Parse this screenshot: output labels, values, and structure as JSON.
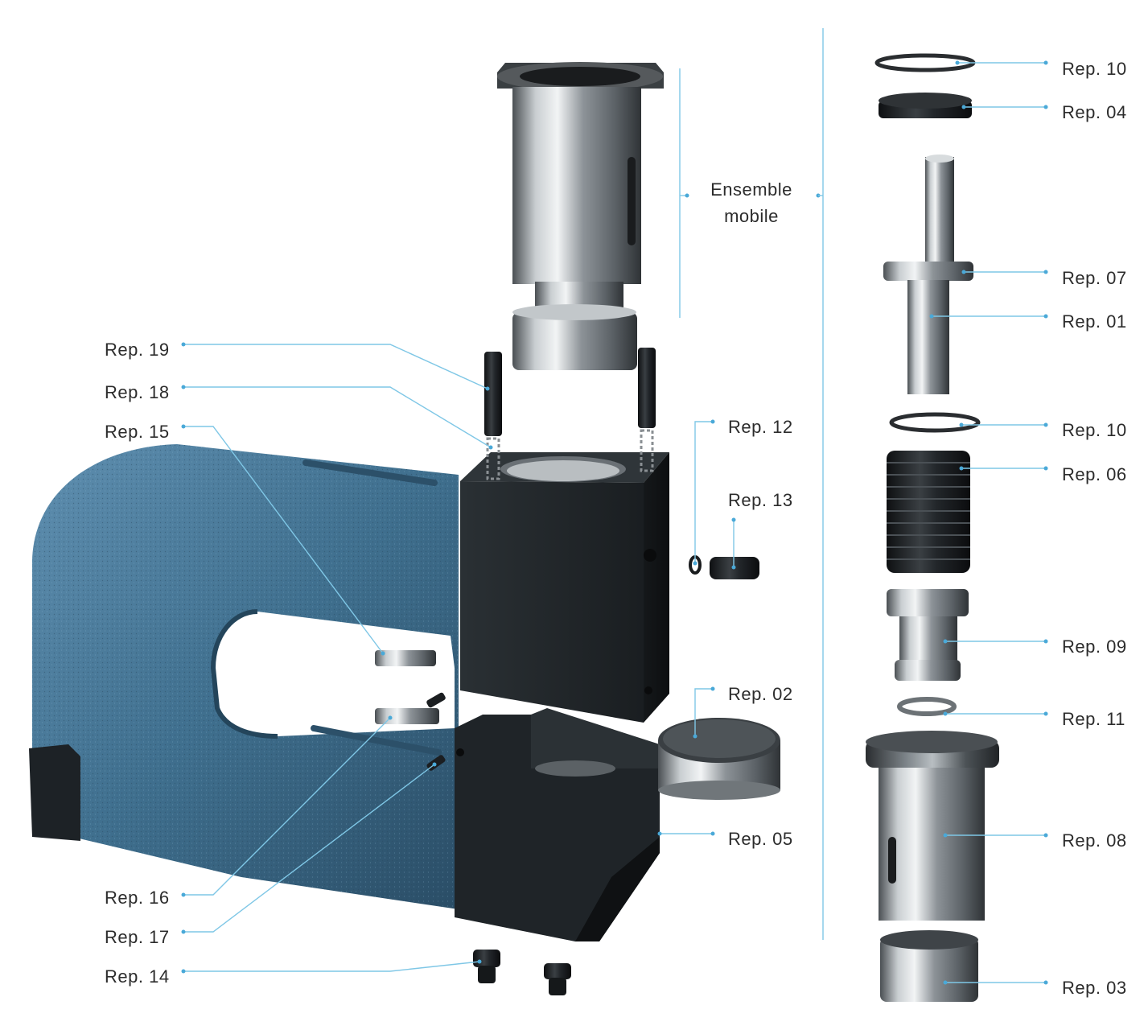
{
  "figure": {
    "group_label_line1": "Ensemble",
    "group_label_line2": "mobile"
  },
  "labels": {
    "rep10a": "Rep. 10",
    "rep04": "Rep. 04",
    "rep07": "Rep. 07",
    "rep01": "Rep. 01",
    "rep10b": "Rep. 10",
    "rep06": "Rep. 06",
    "rep09": "Rep. 09",
    "rep11": "Rep. 11",
    "rep08": "Rep. 08",
    "rep03": "Rep. 03",
    "rep12": "Rep. 12",
    "rep13": "Rep. 13",
    "rep02": "Rep. 02",
    "rep05": "Rep. 05",
    "rep19": "Rep. 19",
    "rep18": "Rep. 18",
    "rep15": "Rep. 15",
    "rep16": "Rep. 16",
    "rep17": "Rep. 17",
    "rep14": "Rep. 14"
  },
  "colors": {
    "frame_blue": "#3f6f8e",
    "block_dark": "#1e2326",
    "steel": "#9aa0a4",
    "leader": "#7fc7e6"
  }
}
